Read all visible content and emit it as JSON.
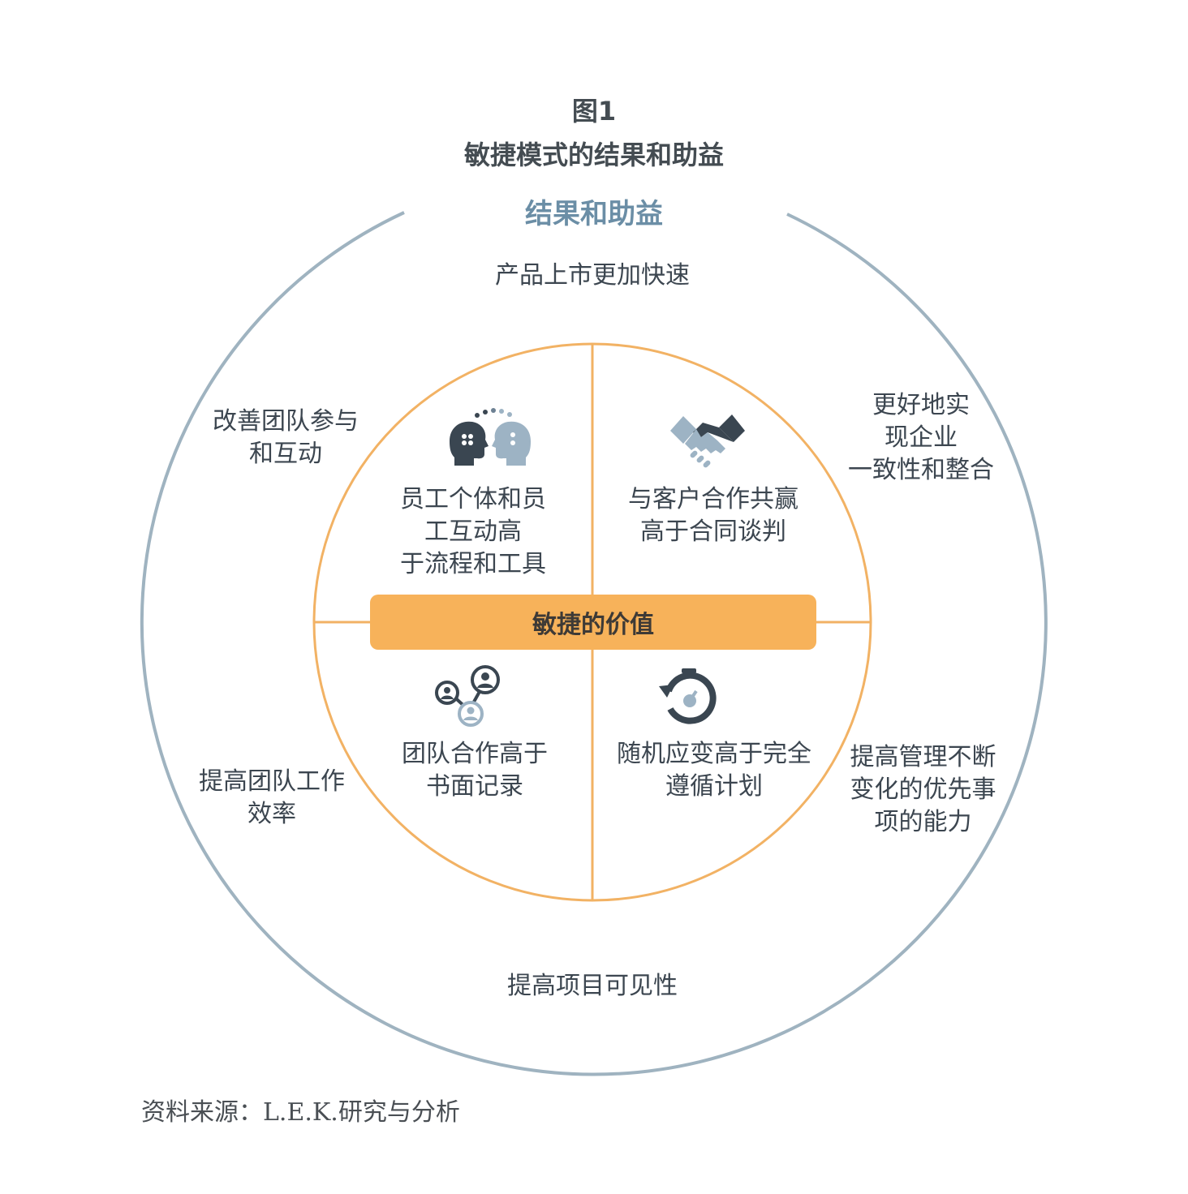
{
  "figure": {
    "number": "图1",
    "title": "敏捷模式的结果和助益"
  },
  "outer_ring": {
    "title": "结果和助益",
    "items": [
      {
        "lines": [
          "产品上市更加快速"
        ]
      },
      {
        "lines": [
          "改善团队参与",
          "和互动"
        ]
      },
      {
        "lines": [
          "更好地实",
          "现企业",
          "一致性和整合"
        ]
      },
      {
        "lines": [
          "提高团队工作",
          "效率"
        ]
      },
      {
        "lines": [
          "提高管理不断",
          "变化的优先事",
          "项的能力"
        ]
      },
      {
        "lines": [
          "提高项目可见性"
        ]
      }
    ]
  },
  "inner_circle": {
    "center_label": "敏捷的价值",
    "quadrants": [
      {
        "icon": "two-heads-icon",
        "lines": [
          "员工个体和员",
          "工互动高",
          "于流程和工具"
        ]
      },
      {
        "icon": "handshake-icon",
        "lines": [
          "与客户合作共赢",
          "高于合同谈判"
        ]
      },
      {
        "icon": "team-network-icon",
        "lines": [
          "团队合作高于",
          "书面记录"
        ]
      },
      {
        "icon": "stopwatch-icon",
        "lines": [
          "随机应变高于完全",
          "遵循计划"
        ]
      }
    ]
  },
  "colors": {
    "outer_ring": "#9fb3c0",
    "inner_ring": "#f2b264",
    "center_bar": "#f7b25a",
    "ring_title": "#6b8ea6",
    "icon_dark": "#3a4651",
    "icon_light": "#9db3c4"
  },
  "source": "资料来源：L.E.K.研究与分析"
}
